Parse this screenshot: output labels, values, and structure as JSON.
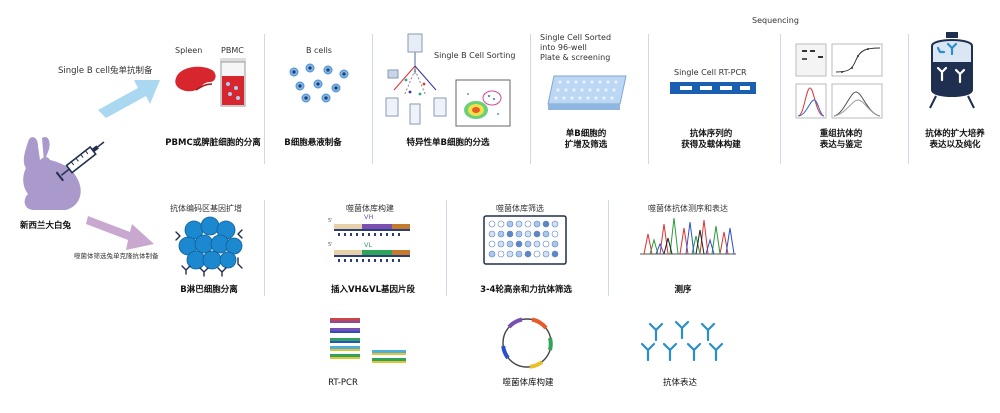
{
  "rabbit": {
    "label": "新西兰大白兔"
  },
  "branch_top": {
    "label": "Single B cell兔单抗制备"
  },
  "branch_bottom": {
    "label": "噬菌体筛选兔单克隆抗体制备"
  },
  "top_row": {
    "spleen_label": "Spleen",
    "pbmc_label": "PBMC",
    "step1_caption": "PBMC或脾脏细胞的分离",
    "bcells_label": "B cells",
    "step2_caption": "B细胞悬液制备",
    "sorting_label": "Single B Cell Sorting",
    "step3_caption": "特异性单B细胞的分选",
    "sorted_label_lines": [
      "Single Cell Sorted",
      "into 96-well",
      "Plate & screening"
    ],
    "step4_caption_lines": [
      "单B细胞的",
      "扩增及筛选"
    ],
    "rtpcr_label": "Single Cell RT-PCR",
    "step5_caption_lines": [
      "抗体序列的",
      "获得及载体构建"
    ],
    "sequencing_label": "Sequencing",
    "step6_caption_lines": [
      "重组抗体的",
      "表达与鉴定"
    ],
    "step7_caption_lines": [
      "抗体的扩大培养",
      "表达以及纯化"
    ]
  },
  "bottom_row": {
    "amplify_label": "抗体编码区基因扩增",
    "isolation_caption": "B淋巴细胞分离",
    "library_label": "噬菌体库构建",
    "vh_label": "VH",
    "vl_label": "VL",
    "insert_caption": "插入VH&VL基因片段",
    "screen_label": "噬菌体库筛选",
    "screen_caption": "3-4轮高亲和力抗体筛选",
    "seq_label": "噬菌体抗体测序和表达",
    "seq_caption": "测序",
    "rtpcr_caption": "RT-PCR",
    "library_caption": "噬菌体库构建",
    "expression_caption": "抗体表达"
  },
  "colors": {
    "arrow_top": "#a9d8f0",
    "arrow_bottom": "#c9a8cf",
    "rabbit": "#a99acb",
    "antibody": "#2a8fc9",
    "divider": "#cfd8e6"
  }
}
